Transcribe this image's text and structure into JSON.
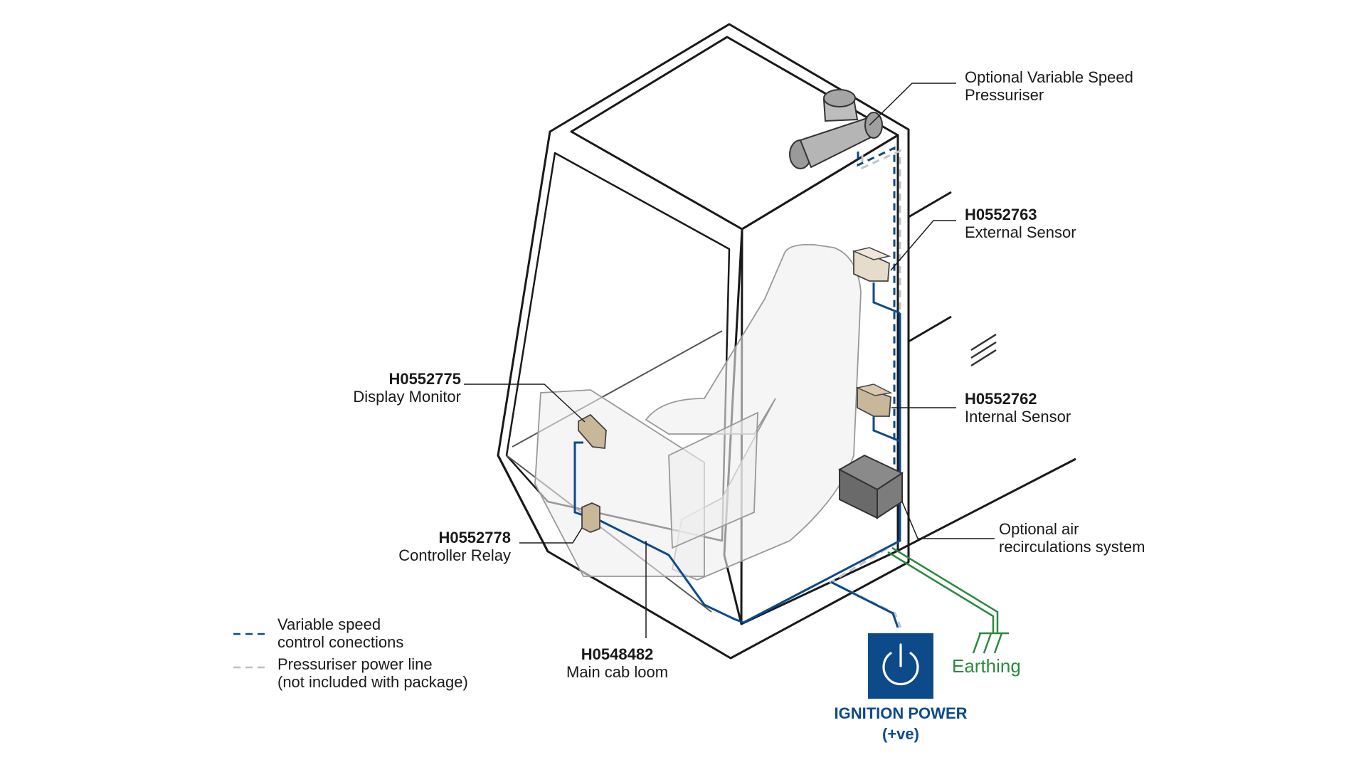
{
  "labels": {
    "pressuriser": {
      "line1": "Optional Variable Speed",
      "line2": "Pressuriser"
    },
    "external_sensor": {
      "code": "H0552763",
      "name": "External Sensor"
    },
    "internal_sensor": {
      "code": "H0552762",
      "name": "Internal Sensor"
    },
    "display_monitor": {
      "code": "H0552775",
      "name": "Display Monitor"
    },
    "controller_relay": {
      "code": "H0552778",
      "name": "Controller Relay"
    },
    "main_cab_loom": {
      "code": "H0548482",
      "name": "Main cab loom"
    },
    "recirculation": {
      "line1": "Optional air",
      "line2": "recirculations system"
    },
    "earthing": "Earthing",
    "ignition": {
      "line1": "IGNITION POWER",
      "line2": "(+ve)"
    }
  },
  "legend": [
    {
      "line1": "Variable speed",
      "line2": "control conections",
      "color": "#0d4a8a",
      "style": "dashed"
    },
    {
      "line1": "Pressuriser power line",
      "line2": "(not included with package)",
      "color": "#bfbfbf",
      "style": "dashed"
    }
  ],
  "colors": {
    "control": "#0d4a8a",
    "power": "#c4c4c4",
    "earthing": "#2a8a3e",
    "ignition_box": "#0d4a8a",
    "component": "#cbb896"
  },
  "icons": {
    "ignition": "power-icon",
    "earth": "earth-ground-icon"
  }
}
